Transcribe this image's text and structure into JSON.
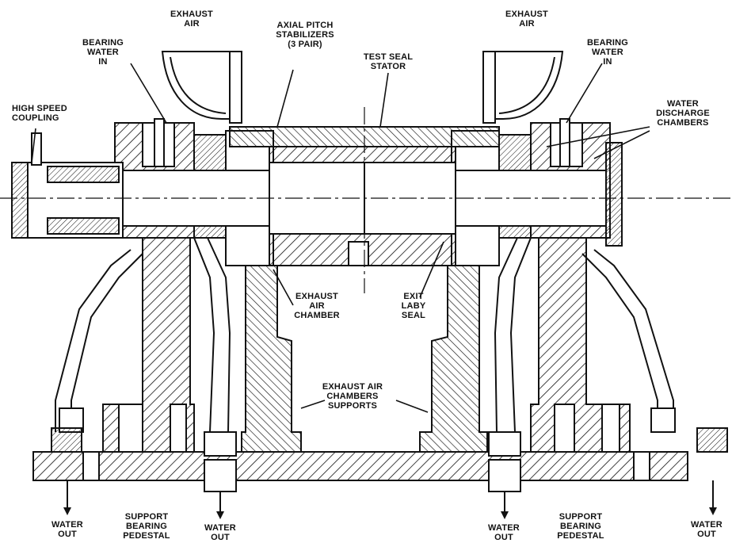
{
  "labels": {
    "exhaust_air_left": "EXHAUST\nAIR",
    "axial_pitch": "AXIAL PITCH\nSTABILIZERS\n(3 PAIR)",
    "test_seal_stator": "TEST SEAL\nSTATOR",
    "exhaust_air_right": "EXHAUST\nAIR",
    "bearing_water_in_left": "BEARING\nWATER\nIN",
    "bearing_water_in_right": "BEARING\nWATER\nIN",
    "high_speed_coupling": "HIGH SPEED\nCOUPLING",
    "water_discharge": "WATER\nDISCHARGE\nCHAMBERS",
    "exhaust_air_chamber": "EXHAUST\nAIR\nCHAMBER",
    "exit_laby_seal": "EXIT\nLABY\nSEAL",
    "exhaust_air_supports": "EXHAUST AIR\nCHAMBERS\nSUPPORTS",
    "water_out_1": "WATER\nOUT",
    "support_pedestal_left": "SUPPORT\nBEARING\nPEDESTAL",
    "water_out_2": "WATER\nOUT",
    "water_out_3": "WATER\nOUT",
    "support_pedestal_right": "SUPPORT\nBEARING\nPEDESTAL",
    "water_out_4": "WATER\nOUT"
  },
  "colors": {
    "ink": "#111111",
    "paper": "#ffffff"
  }
}
